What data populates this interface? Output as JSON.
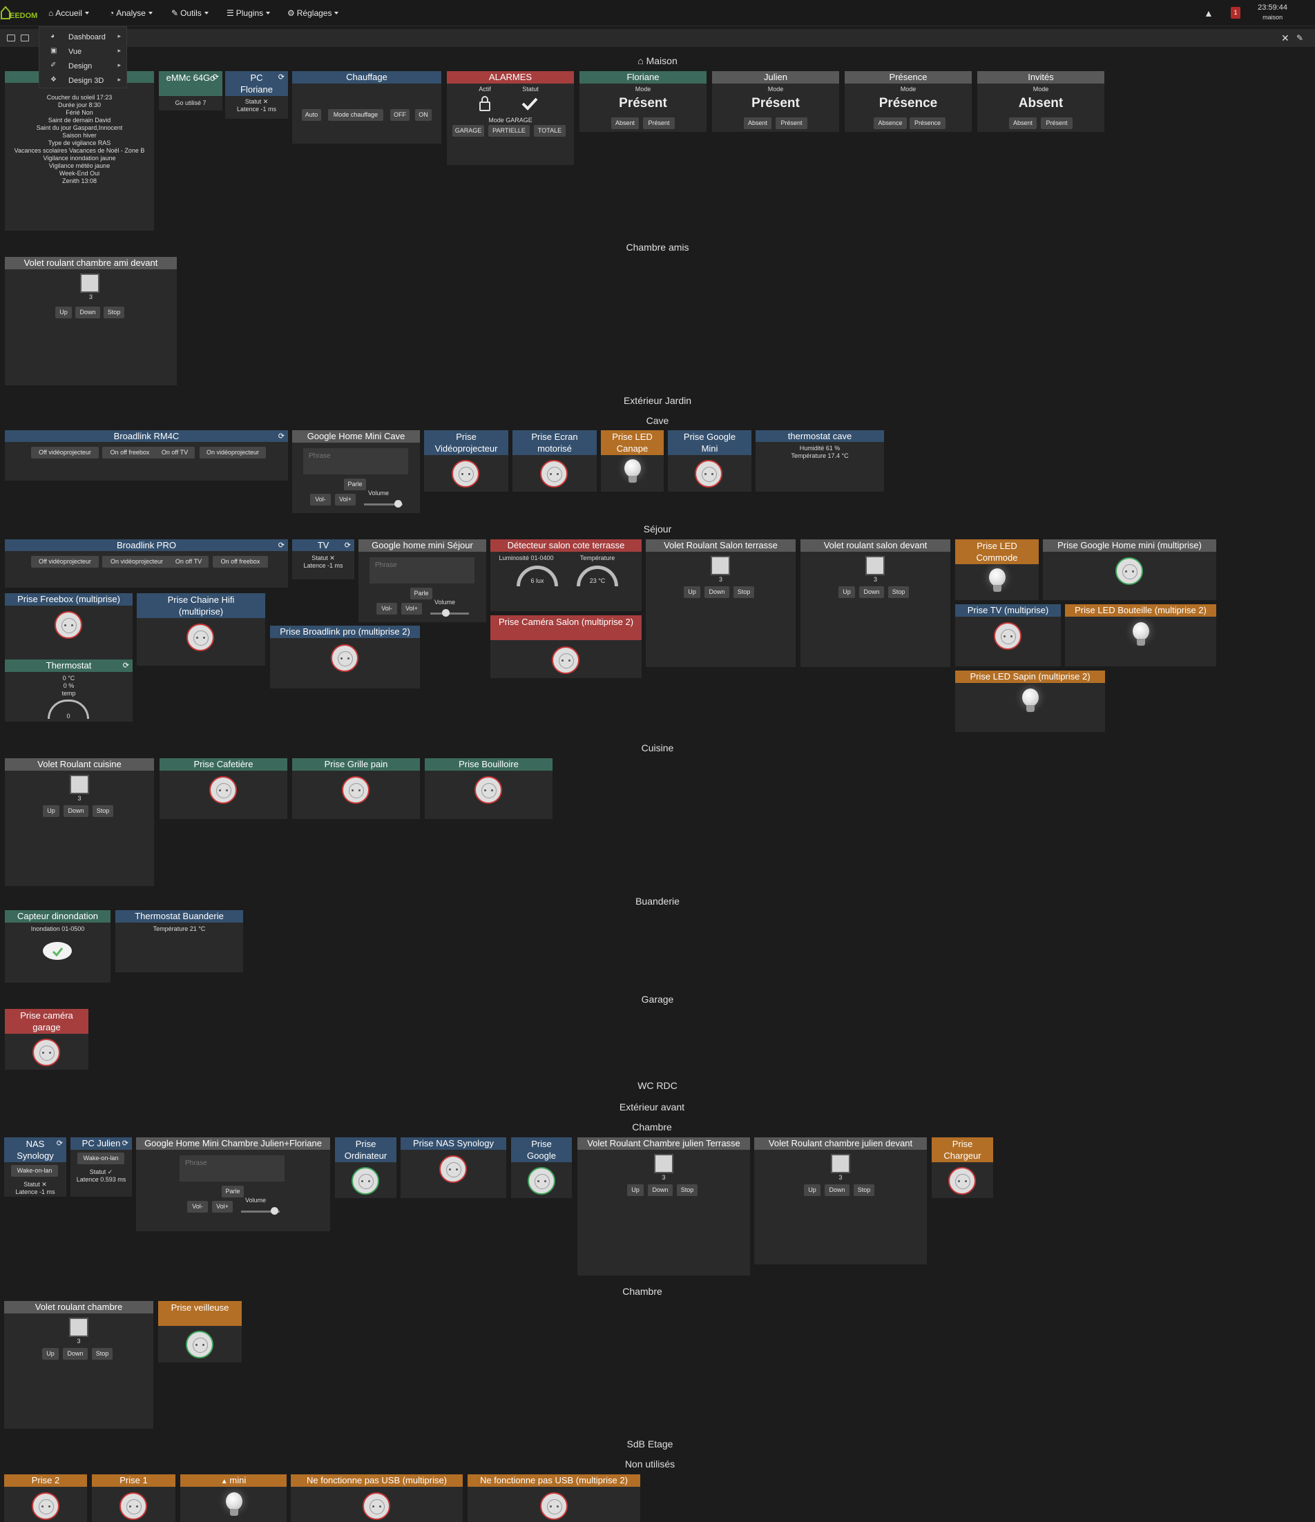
{
  "app": {
    "logo_text": "EEDOM",
    "clock": "23:59:44",
    "clock_sub": "maison",
    "message_count": "1"
  },
  "nav": {
    "home": "Accueil",
    "analysis": "Analyse",
    "tools": "Outils",
    "plugins": "Plugins",
    "settings": "Réglages"
  },
  "dropdown": {
    "dashboard": "Dashboard",
    "vue": "Vue",
    "design": "Design",
    "design3d": "Design 3D"
  },
  "sections": {
    "maison": "Maison",
    "chambre_amis": "Chambre amis",
    "exterieur_jardin": "Extérieur Jardin",
    "cave": "Cave",
    "sejour": "Séjour",
    "cuisine": "Cuisine",
    "buanderie": "Buanderie",
    "garage": "Garage",
    "wc_rdc": "WC RDC",
    "exterieur_avant": "Extérieur avant",
    "chambre1": "Chambre",
    "chambre2": "Chambre",
    "sdb_etage": "SdB Etage",
    "non_utilises": "Non utilisés"
  },
  "jeedom_card": {
    "lines": [
      "Coucher du soleil 17:23",
      "Durée jour 8:30",
      "Férié Non",
      "Saint de demain David",
      "Saint du jour Gaspard,Innocent",
      "Saison hiver",
      "Type de vigilance RAS",
      "Vacances scolaires Vacances de Noël - Zone B",
      "Vigilance inondation jaune",
      "Vigilance météo jaune",
      "Week-End Oui",
      "Zenith 13:08"
    ]
  },
  "emmc": {
    "title": "eMMc 64Go",
    "sub": "Go utilisé 7"
  },
  "pc_floriane": {
    "title": "PC Floriane",
    "statut": "Statut ✕",
    "latence": "Latence -1 ms"
  },
  "chauffage": {
    "title": "Chauffage",
    "buttons": [
      "Auto",
      "Mode chauffage",
      "OFF",
      "ON"
    ]
  },
  "alarmes": {
    "title": "ALARMES",
    "actif": "Actif",
    "statut": "Statut",
    "mode": "Mode GARAGE",
    "buttons": [
      "GARAGE",
      "PARTIELLE",
      "TOTALE"
    ]
  },
  "presence_cards": [
    {
      "title": "Floriane",
      "mode": "Mode",
      "value": "Présent",
      "b1": "Absent",
      "b2": "Présent"
    },
    {
      "title": "Julien",
      "mode": "Mode",
      "value": "Présent",
      "b1": "Absent",
      "b2": "Présent"
    },
    {
      "title": "Présence",
      "mode": "Mode",
      "value": "Présence",
      "b1": "Absence",
      "b2": "Présence"
    },
    {
      "title": "Invités",
      "mode": "Mode",
      "value": "Absent",
      "b1": "Absent",
      "b2": "Présent"
    }
  ],
  "common": {
    "up": "Up",
    "down": "Down",
    "stop": "Stop",
    "shutter_value": "3",
    "phrase": "Phrase",
    "parle": "Parle",
    "volm": "Vol-",
    "volp": "Vol+",
    "volume": "Volume"
  },
  "chambre_amis": {
    "volet": "Volet roulant chambre ami devant"
  },
  "cave": {
    "rm4c": {
      "title": "Broadlink RM4C",
      "buttons": [
        "Off vidéoprojecteur",
        "On off freebox",
        "On off TV",
        "On vidéoprojecteur"
      ]
    },
    "ghm": "Google Home Mini Cave",
    "videoproj": "Prise Vidéoprojecteur",
    "ecran": "Prise Ecran motorisé",
    "led_canape": "Prise LED Canape",
    "google_mini": "Prise Google Mini",
    "thermostat": {
      "title": "thermostat cave",
      "l1": "Humidité 61 %",
      "l2": "Température 17.4 °C"
    }
  },
  "sejour": {
    "pro": {
      "title": "Broadlink PRO",
      "buttons": [
        "Off vidéoprojecteur",
        "On vidéoprojecteur",
        "On off TV",
        "On off freebox"
      ]
    },
    "tv": {
      "title": "TV",
      "statut": "Statut ✕",
      "latence": "Latence -1 ms"
    },
    "ghm": "Google home mini Séjour",
    "detecteur": {
      "title": "Détecteur salon cote terrasse",
      "lum_label": "Luminosité 01-0400",
      "lum": "6 lux",
      "temp_label": "Température",
      "temp": "23 °C"
    },
    "volet_terrasse": "Volet Roulant Salon terrasse",
    "volet_devant": "Volet roulant salon devant",
    "led_commode": "Prise LED Commode",
    "google_home_multi": "Prise Google Home mini (multiprise)",
    "freebox": "Prise Freebox (multiprise)",
    "hifi": "Prise Chaine Hifi (multiprise)",
    "broadlink_pro_plug": "Prise Broadlink pro (multiprise 2)",
    "camera": "Prise Caméra Salon (multiprise 2)",
    "tv_plug": "Prise TV (multiprise)",
    "led_bouteille": "Prise LED Bouteille (multiprise 2)",
    "led_sapin": "Prise LED Sapin (multiprise 2)",
    "thermostat": {
      "title": "Thermostat",
      "l1": "0 °C",
      "l2": "0 %",
      "l3": "temp",
      "val": "0"
    }
  },
  "cuisine": {
    "volet": "Volet Roulant cuisine",
    "cafetiere": "Prise Cafetière",
    "grille": "Prise Grille pain",
    "bouilloire": "Prise Bouilloire"
  },
  "buanderie": {
    "capteur": {
      "title": "Capteur dinondation",
      "label": "Inondation 01-0500"
    },
    "thermo": {
      "title": "Thermostat Buanderie",
      "label": "Température 21 °C"
    }
  },
  "garage": {
    "camera": "Prise caméra garage"
  },
  "chambre": {
    "nas": {
      "title": "NAS Synology",
      "btn": "Wake-on-lan",
      "statut": "Statut ✕",
      "latence": "Latence -1 ms"
    },
    "pcj": {
      "title": "PC Julien",
      "btn": "Wake-on-lan",
      "statut": "Statut ✓",
      "latence": "Latence 0.593 ms"
    },
    "ghm": "Google Home Mini Chambre Julien+Floriane",
    "ordinateur": "Prise Ordinateur",
    "nas_plug": "Prise NAS Synology",
    "google": "Prise Google",
    "volet_terrasse": "Volet Roulant Chambre julien Terrasse",
    "volet_devant": "Volet Roulant chambre julien devant",
    "chargeur": "Prise Chargeur"
  },
  "chambre2": {
    "volet": "Volet roulant chambre",
    "veilleuse": "Prise veilleuse"
  },
  "non_utilises": {
    "p2": "Prise 2",
    "p1": "Prise 1",
    "mini": "mini",
    "usb1": "Ne fonctionne pas USB (multiprise)",
    "usb2": "Ne fonctionne pas USB (multiprise 2)"
  }
}
